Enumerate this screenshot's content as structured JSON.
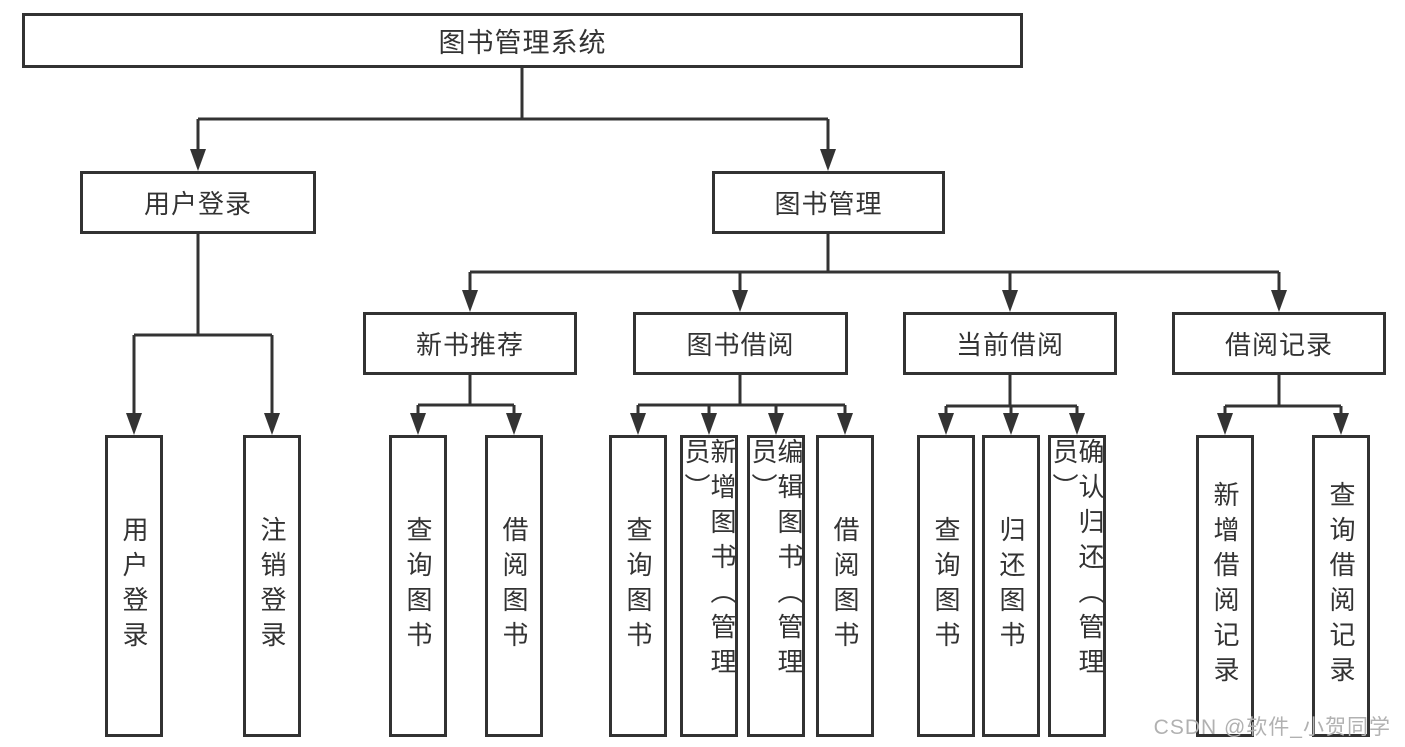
{
  "watermark": "CSDN @软件_小贺同学",
  "colors": {
    "line": "#333333",
    "box_border": "#323232",
    "text": "#333333",
    "background": "#ffffff",
    "watermark": "#b1b1b1"
  },
  "tree": {
    "root_label": "图书管理系统",
    "branches": [
      {
        "label": "用户登录",
        "children": [
          {
            "label": "用户登录"
          },
          {
            "label": "注销登录"
          }
        ]
      },
      {
        "label": "图书管理",
        "children": [
          {
            "label": "新书推荐",
            "children": [
              {
                "label": "查询图书"
              },
              {
                "label": "借阅图书"
              }
            ]
          },
          {
            "label": "图书借阅",
            "children": [
              {
                "label": "查询图书"
              },
              {
                "label": "新增图书（管理员）"
              },
              {
                "label": "编辑图书（管理员）"
              },
              {
                "label": "借阅图书"
              }
            ]
          },
          {
            "label": "当前借阅",
            "children": [
              {
                "label": "查询图书"
              },
              {
                "label": "归还图书"
              },
              {
                "label": "确认归还（管理员）"
              }
            ]
          },
          {
            "label": "借阅记录",
            "children": [
              {
                "label": "新增借阅记录"
              },
              {
                "label": "查询借阅记录"
              }
            ]
          }
        ]
      }
    ]
  }
}
